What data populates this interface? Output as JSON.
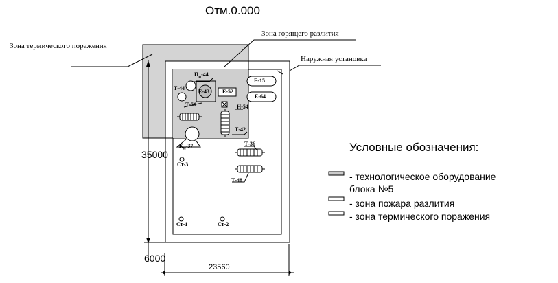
{
  "title": "Отм.0.000",
  "zones": {
    "thermal": "Зона термического поражения",
    "spill": "Зона горящего разлития",
    "outdoor": "Наружная установка"
  },
  "equipment": {
    "p44": "П",
    "p44_sub": "н",
    "p44_num": "-44",
    "e43": "Е-43",
    "t44": "Т-44",
    "e52": "Е-52",
    "e15": "Е-15",
    "e64": "Е-64",
    "t51": "Т-51",
    "n54": "Н-54",
    "t42": "Т-42",
    "k37": "К",
    "k37_sub": "н",
    "k37_num": "-37",
    "t36": "Т-36",
    "t48": "Т-48",
    "st3": "Ст-3",
    "st1": "Ст-1",
    "st2": "Ст-2"
  },
  "dimensions": {
    "height": "35000",
    "bottom": "6000",
    "width": "23560"
  },
  "legend": {
    "title": "Условные обозначения:",
    "items": [
      {
        "line1": "- технологическое оборудование",
        "line2": "блока №5",
        "color": "#cccccc"
      },
      {
        "line1": "- зона пожара разлития",
        "line2": "",
        "color": "#ffffff"
      },
      {
        "line1": "- зона термического поражения",
        "line2": "",
        "color": "#ffffff"
      }
    ]
  }
}
